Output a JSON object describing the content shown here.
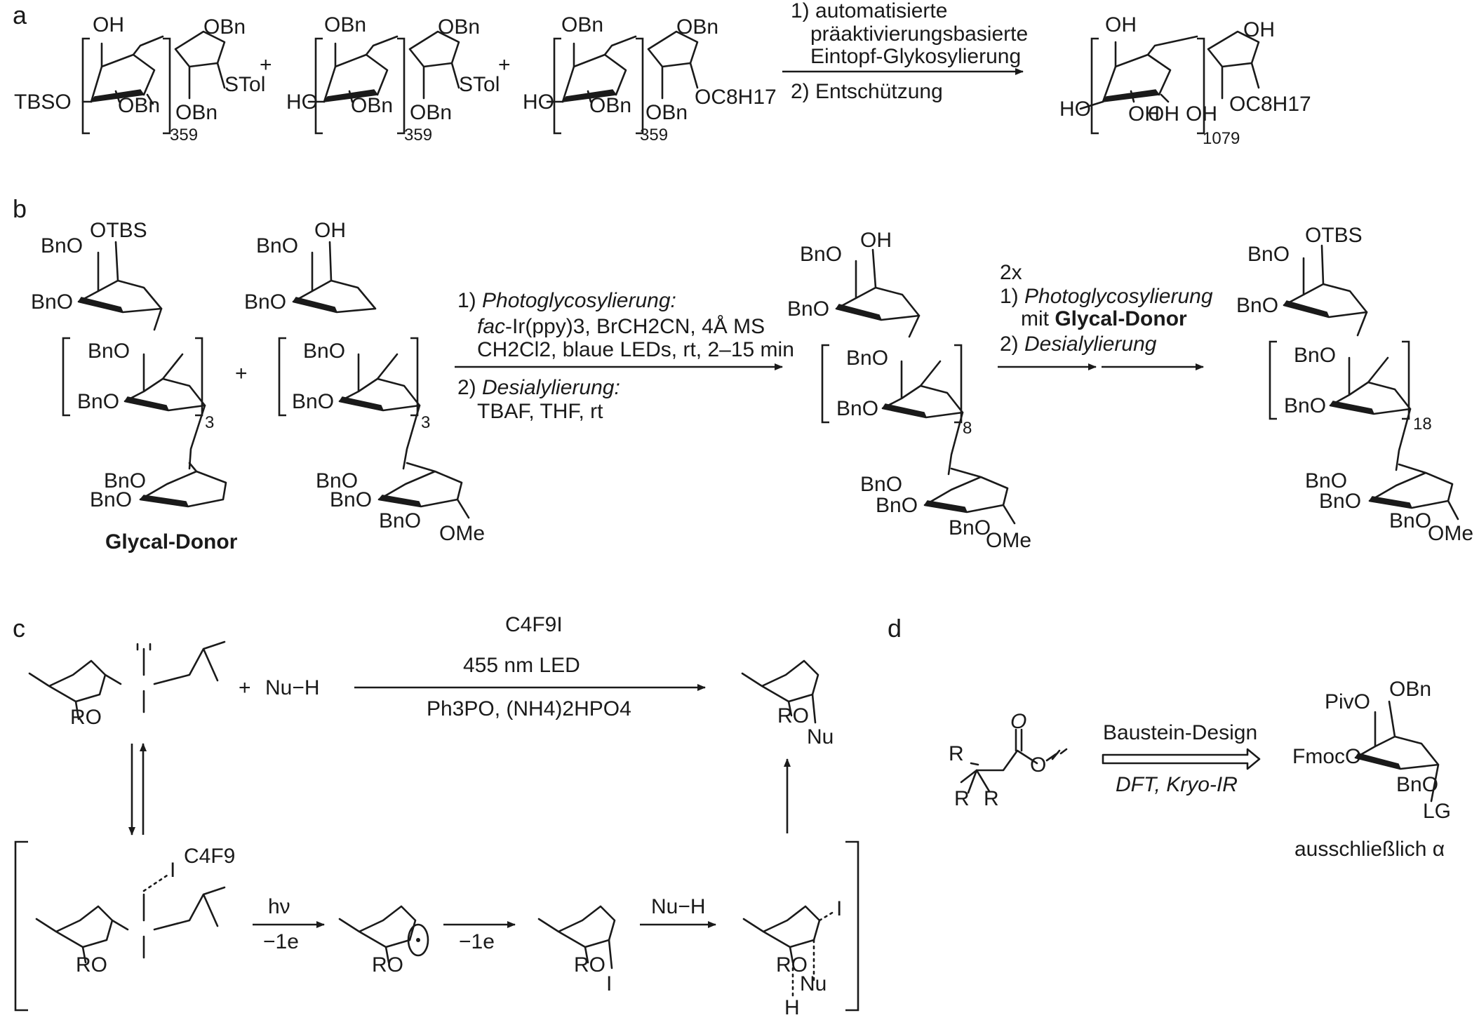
{
  "panels": {
    "a": "a",
    "b": "b",
    "c": "c",
    "d": "d"
  },
  "panel_a": {
    "reagent1": {
      "top_oh": "OH",
      "top_obn": "OBn",
      "left": "TBSO",
      "mid_obn": "OBn",
      "bot_obn": "OBn",
      "stol": "STol",
      "sub": "359"
    },
    "reagent2": {
      "top_obn1": "OBn",
      "top_obn2": "OBn",
      "left": "HO",
      "mid_obn": "OBn",
      "bot_obn": "OBn",
      "stol": "STol",
      "sub": "359"
    },
    "reagent3": {
      "top_obn1": "OBn",
      "top_obn2": "OBn",
      "left": "HO",
      "mid_obn": "OBn",
      "bot_obn": "OBn",
      "oc8": "OC8H17",
      "sub": "359"
    },
    "plus": "+",
    "conditions": [
      "1) automatisierte",
      "präaktivierungsbasierte",
      "Eintopf-Glykosylierung",
      "2) Entschützung"
    ],
    "product": {
      "oh1": "OH",
      "oh2": "OH",
      "left": "HO",
      "oh3": "OH",
      "oh4": "OH",
      "oc8": "OC8H17",
      "sub": "1079"
    }
  },
  "panel_b": {
    "donor": {
      "otbs": "OTBS",
      "bno1": "BnO",
      "bno2": "BnO",
      "bno3": "BnO",
      "bno4": "BnO",
      "bno5": "BnO",
      "bno6": "BnO",
      "sub": "3",
      "caption": "Glycal-Donor"
    },
    "acceptor": {
      "oh": "OH",
      "bno1": "BnO",
      "bno2": "BnO",
      "bno3": "BnO",
      "bno4": "BnO",
      "bno5": "BnO",
      "bno6": "BnO",
      "bno7": "BnO",
      "ome": "OMe",
      "sub": "3"
    },
    "plus": "+",
    "conditions": {
      "line1_prefix": "1) ",
      "line1_italic": "Photoglycosylierung:",
      "line2_italic": "fac",
      "line2_rest": "-Ir(ppy)3, BrCH2CN, 4Å MS",
      "line3": "CH2Cl2, blaue LEDs, rt, 2–15 min",
      "line4_prefix": "2) ",
      "line4_italic": "Desialylierung:",
      "line5": "TBAF, THF, rt"
    },
    "intermediate": {
      "oh": "OH",
      "bno1": "BnO",
      "bno2": "BnO",
      "bno3": "BnO",
      "bno4": "BnO",
      "bno5": "BnO",
      "bno6": "BnO",
      "bno7": "BnO",
      "ome": "OMe",
      "sub": "8"
    },
    "repeat": {
      "times": "2x",
      "l1_prefix": "1) ",
      "l1_italic": "Photoglycosylierung",
      "l2_prefix": "mit ",
      "l2_bold": "Glycal-Donor",
      "l3_prefix": "2) ",
      "l3_italic": "Desialylierung"
    },
    "product": {
      "otbs": "OTBS",
      "bno1": "BnO",
      "bno2": "BnO",
      "bno3": "BnO",
      "bno4": "BnO",
      "bno5": "BnO",
      "bno6": "BnO",
      "bno7": "BnO",
      "ome": "OMe",
      "sub": "18"
    }
  },
  "panel_c": {
    "reagent_ro": "RO",
    "plus": "+",
    "nuh": "Nu−H",
    "conditions": [
      "C4F9I",
      "455 nm LED",
      "Ph3PO, (NH4)2HPO4"
    ],
    "product": {
      "ro": "RO",
      "nu": "Nu"
    },
    "complex": {
      "ro": "RO",
      "i": "I",
      "c4f9": "C4F9"
    },
    "step1": {
      "top": "hν",
      "bottom": "−1e"
    },
    "radical_ro": "RO",
    "step2": {
      "bottom": "−1e"
    },
    "iodide": {
      "ro": "RO",
      "i": "I"
    },
    "step3": {
      "top": "Nu−H"
    },
    "ts": {
      "ro": "RO",
      "i": "I",
      "nu": "Nu",
      "h": "H"
    }
  },
  "panel_d": {
    "ester": {
      "r1": "R",
      "r2": "R",
      "r3": "R",
      "o": "O"
    },
    "arrow_top": "Baustein-Design",
    "arrow_bottom": "DFT, Kryo-IR",
    "product": {
      "pivo": "PivO",
      "obn": "OBn",
      "fmoco": "FmocO",
      "bno": "BnO",
      "lg": "LG"
    },
    "caption": "ausschließlich α"
  }
}
